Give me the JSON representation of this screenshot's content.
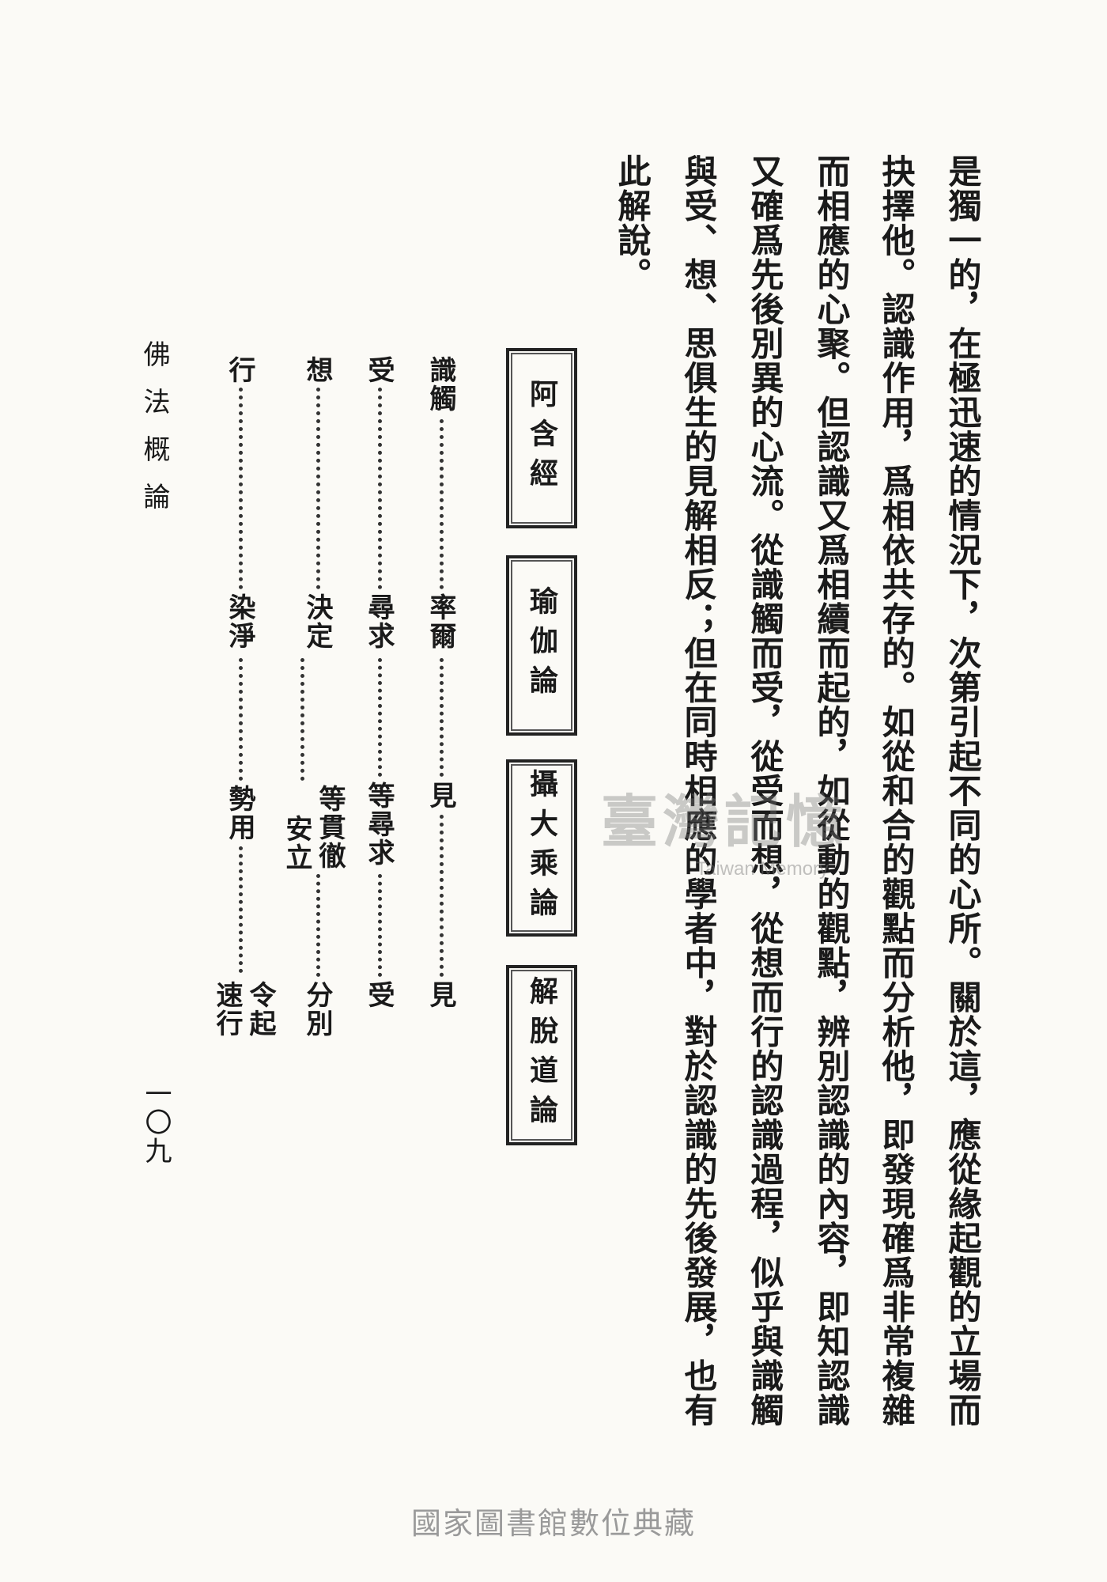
{
  "body_columns": [
    "是獨一的，在極迅速的情況下，次第引起不同的心所。關於這，應從緣起觀的立場而",
    "抉擇他。認識作用，爲相依共存的。如從和合的觀點而分析他，即發現確爲非常複雜",
    "而相應的心聚。但認識又爲相續而起的，如從動的觀點，辨別認識的內容，即知認識",
    "又確爲先後別異的心流。從識觸而受，從受而想，從想而行的認識過程，似乎與識觸",
    "與受、想、思俱生的見解相反；但在同時相應的學者中，對於認識的先後發展，也有",
    "此解說。"
  ],
  "table": {
    "headers": [
      "阿含經",
      "瑜伽論",
      "攝大乘論",
      "解脫道論"
    ],
    "row_labels": [
      "識觸",
      "受",
      "想",
      "行"
    ],
    "cells": [
      [
        "率爾",
        "見",
        "見"
      ],
      [
        "尋求",
        "等尋求",
        "受"
      ],
      [
        "決定",
        "等貫徹",
        "安立",
        "分別"
      ],
      [
        "染淨",
        "勢用",
        "令起",
        "速行"
      ]
    ]
  },
  "running_head": "佛法概論",
  "page_number": "一〇九",
  "watermark": {
    "chinese": "臺灣記憶",
    "english": "Taiwan Memory"
  },
  "footer": "國家圖書館數位典藏"
}
